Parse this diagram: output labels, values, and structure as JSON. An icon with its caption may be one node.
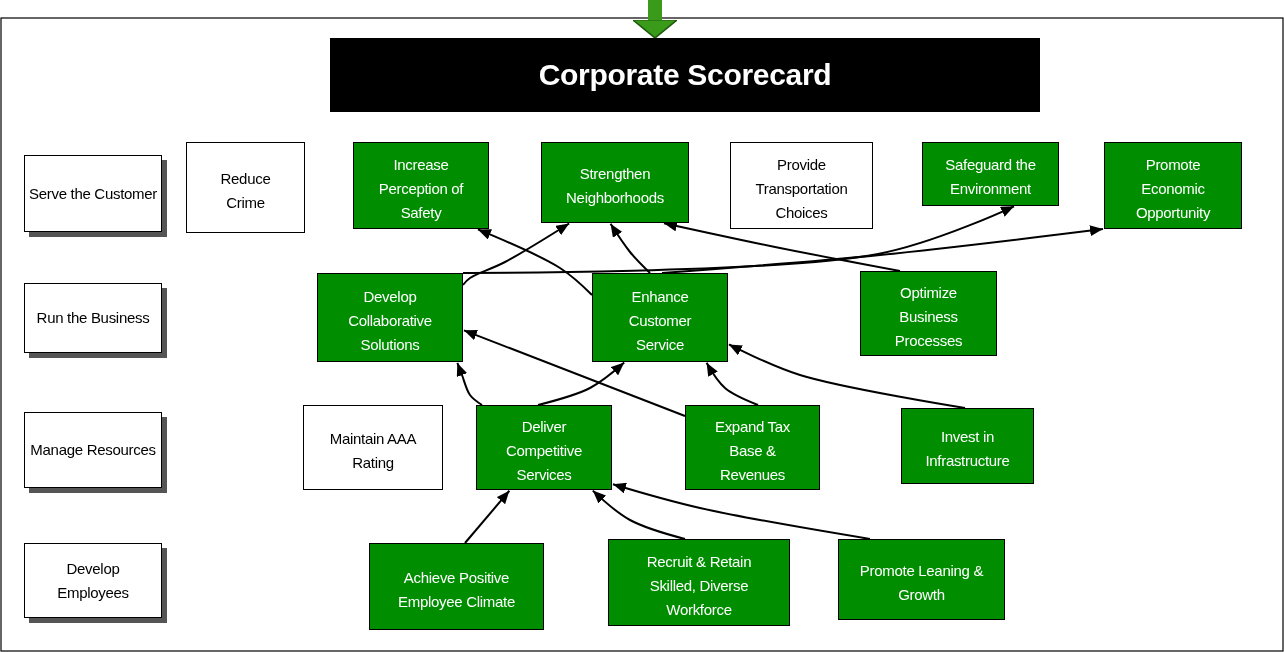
{
  "diagram": {
    "nodes": [
      {
        "text": [
          "Corporate Scorecard"
        ]
      },
      {
        "text": [
          "Serve the Customer"
        ]
      },
      {
        "text": [
          "Reduce Crime"
        ]
      },
      {
        "text": [
          "Increase Perception of Safety"
        ]
      },
      {
        "text": [
          "Strengthen Neighborhoods"
        ]
      },
      {
        "text": [
          "Provide Transportation Choices"
        ]
      },
      {
        "text": [
          "Safeguard the Environment"
        ]
      },
      {
        "text": [
          "Promote Economic Opportunity"
        ]
      },
      {
        "text": [
          "Run the Business"
        ]
      },
      {
        "text": [
          "Develop Collaborative Solutions"
        ]
      },
      {
        "text": [
          "Enhance Customer Service"
        ]
      },
      {
        "text": [
          "Optimize Business Processes"
        ]
      },
      {
        "text": [
          "Manage Resources"
        ]
      },
      {
        "text": [
          "Maintain AAA Rating"
        ]
      },
      {
        "text": [
          "Deliver Competitive Services"
        ]
      },
      {
        "text": [
          "Expand Tax Base & Revenues"
        ]
      },
      {
        "text": [
          "Invest in Infrastructure"
        ]
      },
      {
        "text": [
          "Develop Employees"
        ]
      },
      {
        "text": [
          "Achieve Positive Employee Climate"
        ]
      },
      {
        "text": [
          "Recruit & Retain Skilled, Diverse Workforce"
        ]
      },
      {
        "text": [
          "Promote Leaning & Growth"
        ]
      }
    ],
    "edges": [
      {
        "from": null,
        "to": 0,
        "arrow": "to",
        "style": "thick",
        "color": "#3a9a1a"
      },
      {
        "from": 9,
        "to": 4,
        "arrow": "to"
      },
      {
        "from": 9,
        "to": 6,
        "arrow": "to"
      },
      {
        "from": 10,
        "to": 3,
        "arrow": "to"
      },
      {
        "from": 10,
        "to": 4,
        "arrow": "to"
      },
      {
        "from": 10,
        "to": 7,
        "arrow": "to"
      },
      {
        "from": 11,
        "to": 4,
        "arrow": "to"
      },
      {
        "from": 14,
        "to": 9,
        "arrow": "to"
      },
      {
        "from": 14,
        "to": 10,
        "arrow": "to"
      },
      {
        "from": 15,
        "to": 9,
        "arrow": "to"
      },
      {
        "from": 15,
        "to": 10,
        "arrow": "to"
      },
      {
        "from": 16,
        "to": 10,
        "arrow": "to"
      },
      {
        "from": 18,
        "to": 14,
        "arrow": "to"
      },
      {
        "from": 19,
        "to": 14,
        "arrow": "to"
      },
      {
        "from": 20,
        "to": 14,
        "arrow": "to"
      }
    ]
  }
}
